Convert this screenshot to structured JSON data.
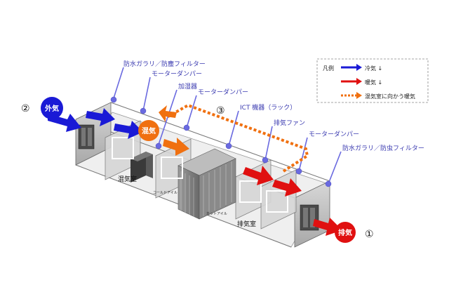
{
  "labels": {
    "waterproof_louver_dust": "防水ガラリ／防塵フィルター",
    "motor_damper_1": "モーターダンパー",
    "humidifier": "加湿器",
    "motor_damper_2": "モーターダンパー",
    "ict_equipment": "ICT 機器（ラック）",
    "exhaust_fan": "排気ファン",
    "motor_damper_3": "モーターダンパー",
    "waterproof_louver_insect": "防水ガラリ／防虫フィルター"
  },
  "nodes": {
    "outside_air": "外気",
    "mixed_air": "混気",
    "exhaust_air": "排気",
    "num_2": "②",
    "num_3": "③",
    "num_1": "①"
  },
  "rooms": {
    "mixing_room": "混気室",
    "cold_aisle": "コールドアイル",
    "hot_aisle": "ホットアイル",
    "exhaust_room": "排気室"
  },
  "legend": {
    "title": "凡例",
    "cold_air": "冷気 ↓",
    "exhaust": "暖気 ↓",
    "to_mixing": "混気室に向かう暖気"
  },
  "colors": {
    "cold_arrow": "#1a1ad6",
    "hot_arrow": "#e01010",
    "mix_arrow": "#f07010",
    "leader": "#6a6ae0",
    "dot": "#6a6ae0"
  }
}
